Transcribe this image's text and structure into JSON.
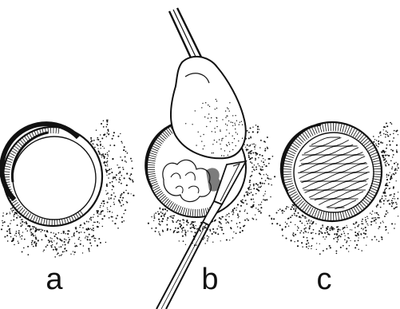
{
  "figure": {
    "panels": [
      {
        "label": "a",
        "depicts": "empty-circular-well"
      },
      {
        "label": "b",
        "depicts": "blade-inserted-under-tissue-held-by-forceps"
      },
      {
        "label": "c",
        "depicts": "well-filled-with-hatched-material"
      }
    ],
    "colors": {
      "ink": "#111111",
      "paper": "#ffffff"
    }
  }
}
